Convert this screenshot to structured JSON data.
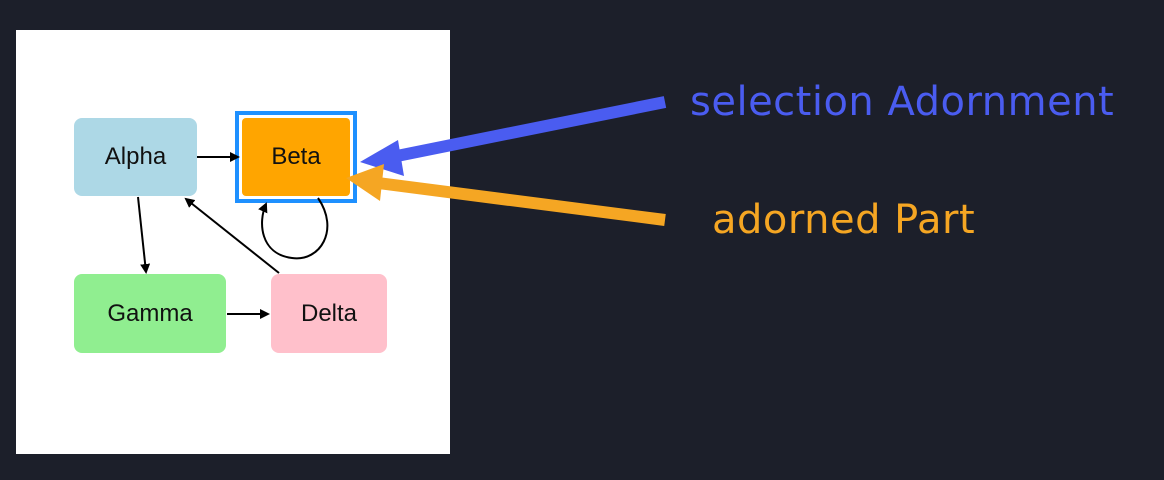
{
  "diagram": {
    "nodes": {
      "alpha": {
        "label": "Alpha",
        "color": "#add8e6"
      },
      "beta": {
        "label": "Beta",
        "color": "#ffa500"
      },
      "gamma": {
        "label": "Gamma",
        "color": "#90ee90"
      },
      "delta": {
        "label": "Delta",
        "color": "#ffc0cb"
      }
    },
    "links": [
      {
        "from": "Alpha",
        "to": "Beta"
      },
      {
        "from": "Alpha",
        "to": "Gamma"
      },
      {
        "from": "Gamma",
        "to": "Delta"
      },
      {
        "from": "Delta",
        "to": "Alpha"
      },
      {
        "from": "Beta",
        "to": "Beta"
      }
    ],
    "selected": "Beta",
    "selection_color": "#1e90ff"
  },
  "callouts": {
    "selection_adornment": {
      "text": "selection Adornment",
      "color": "#4a5cf0"
    },
    "adorned_part": {
      "text": "adorned Part",
      "color": "#f5a623"
    }
  },
  "background_color": "#1c1f2a"
}
